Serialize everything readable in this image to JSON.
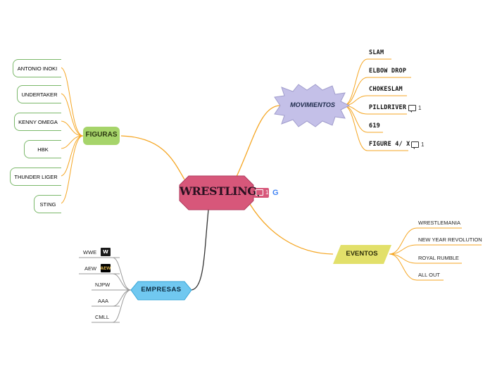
{
  "central": {
    "label": "WRESTLING",
    "comment_count": "1",
    "google_icon": "google-g-icon"
  },
  "figuras": {
    "label": "FIGURAS",
    "items": [
      "ANTONIO INOKI",
      "UNDERTAKER",
      "KENNY OMEGA",
      "HBK",
      "THUNDER LIGER",
      "STING"
    ]
  },
  "movimientos": {
    "label": "MOVIMIENTOS",
    "items": [
      "SLAM",
      "ELBOW DROP",
      "CHOKESLAM",
      "PILLDRIVER",
      "619",
      "FIGURE 4/ X"
    ],
    "pilldriver_comments": "1",
    "figure4_comments": "1"
  },
  "eventos": {
    "label": "EVENTOS",
    "items": [
      "WRESTLEMANIA",
      "NEW YEAR REVOLUTION",
      "ROYAL RUMBLE",
      "ALL OUT"
    ]
  },
  "empresas": {
    "label": "EMPRESAS",
    "items": [
      "WWE",
      "AEW",
      "NJPW",
      "AAA",
      "CMLL"
    ],
    "logos": [
      "wwe-logo-icon",
      "aew-logo-icon"
    ]
  },
  "colors": {
    "central": "#d7577a",
    "figuras": "#a6d46a",
    "movimientos": "#c4c0e8",
    "eventos": "#e2e06a",
    "empresas": "#70c8f0",
    "branch": "#f5a623",
    "dark": "#333333"
  }
}
